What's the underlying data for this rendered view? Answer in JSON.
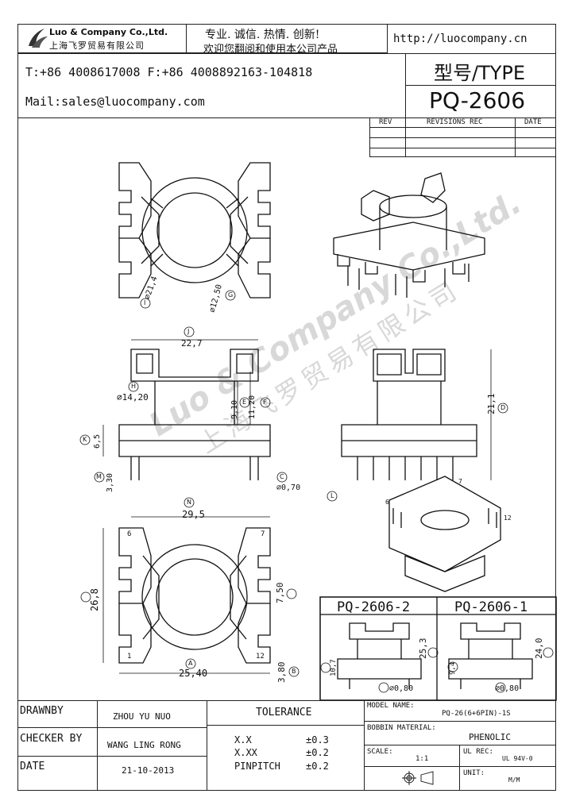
{
  "header": {
    "company_en": "Luo & Company Co.,Ltd.",
    "company_cn": "上海飞罗贸易有限公司",
    "slogan": "专业. 诚信. 热情. 创新!",
    "welcome": "欢迎您翻阅和使用本公司产品",
    "website": "http://luocompany.cn",
    "phone": "T:+86 4008617008 F:+86 4008892163-104818",
    "mail": "Mail:sales@luocompany.com",
    "type_label": "型号/TYPE",
    "type_value": "PQ-2606"
  },
  "revision_table": {
    "headers": [
      "REV",
      "REVISIONS REC",
      "DATE"
    ]
  },
  "watermark": {
    "en": "Luo & Company Co.,Ltd.",
    "cn": "上海飞罗贸易有限公司"
  },
  "dimensions": {
    "d21_4": "⌀21,4",
    "d12_50": "⌀12,50",
    "d22_7": "22,7",
    "d14_20": "⌀14,20",
    "d9_10": "9,10",
    "d11_20": "11,20",
    "d6_5": "6,5",
    "d3_30": "3,30",
    "d0_70": "⌀0,70",
    "d21_1": "21,1",
    "d29_5": "29,5",
    "d26_8": "26,8",
    "d7_50": "7,50",
    "d25_40": "25,40",
    "d3_80": "3,80",
    "d25_3": "25,3",
    "d10_7": "10,7",
    "d0_80a": "⌀0,80",
    "d24_0": "24,0",
    "d9_4": "9,4",
    "d0_80b": "⌀0,80",
    "pin6": "6",
    "pin7": "7",
    "pin12": "12",
    "pin1": "1",
    "pin6b": "6",
    "pin7b": "7",
    "pin12b": "12"
  },
  "circle_letters": {
    "I": "I",
    "G": "G",
    "J": "J",
    "H": "H",
    "E": "E",
    "F": "F",
    "K": "K",
    "M": "M",
    "C": "C",
    "D": "D",
    "L": "L",
    "N": "N",
    "B": "B",
    "A": "A"
  },
  "variants": {
    "v2_label": "PQ-2606-2",
    "v1_label": "PQ-2606-1"
  },
  "title_block": {
    "drawnby_label": "DRAWNBY",
    "drawnby_value": "ZHOU YU NUO",
    "checker_label": "CHECKER BY",
    "checker_value": "WANG LING RONG",
    "date_label": "DATE",
    "date_value": "21-10-2013",
    "tolerance_label": "TOLERANCE",
    "tol_rows": [
      {
        "k": "X.X",
        "v": "±0.3"
      },
      {
        "k": "X.XX",
        "v": "±0.2"
      },
      {
        "k": "PINPITCH",
        "v": "±0.2"
      }
    ],
    "model_label": "MODEL NAME:",
    "model_value": "PQ-26(6+6PIN)-1S",
    "bobbin_label": "BOBBIN MATERIAL:",
    "bobbin_value": "PHENOLIC",
    "scale_label": "SCALE:",
    "scale_value": "1:1",
    "ul_label": "UL REC:",
    "ul_value": "UL 94V-0",
    "unit_label": "UNIT:",
    "unit_value": "M/M"
  }
}
